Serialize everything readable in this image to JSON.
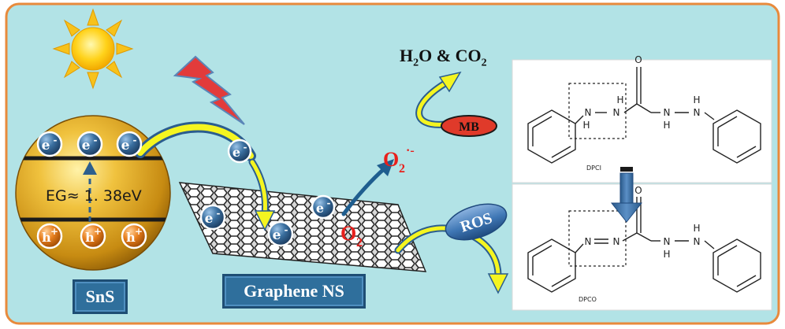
{
  "materials": {
    "sns_label": "SnS",
    "graphene_label": "Graphene NS"
  },
  "band": {
    "gap_label": "EG≈ 1. 38eV"
  },
  "carriers": {
    "electron": "e",
    "electron_sup": "-",
    "hole": "h",
    "hole_sup": "+"
  },
  "oxygen": {
    "o2_base": "O",
    "o2_sub": "2",
    "radical_sup": "·-"
  },
  "products": {
    "h2o_co2_parts": [
      "H",
      "2",
      "O & CO",
      "2"
    ]
  },
  "dyes": {
    "mb_label": "MB",
    "ros_label": "ROS"
  },
  "molecules": {
    "dpci_name": "DPCI",
    "dpco_name": "DPCO",
    "atom_o": "O",
    "atom_n": "N",
    "atom_h": "H"
  },
  "colors": {
    "background": "#b2e3e6",
    "border": "#e88a3c",
    "sns_sphere": "#d9a21d",
    "electron_ball": "#2d5f8e",
    "hole_ball": "#e0781f",
    "radical_red": "#e8201c",
    "ros_blue": "#3f77b5",
    "mb_red": "#e03a2a",
    "arrow_yellow": "#f5f520",
    "lightning": "#e23b3b"
  }
}
